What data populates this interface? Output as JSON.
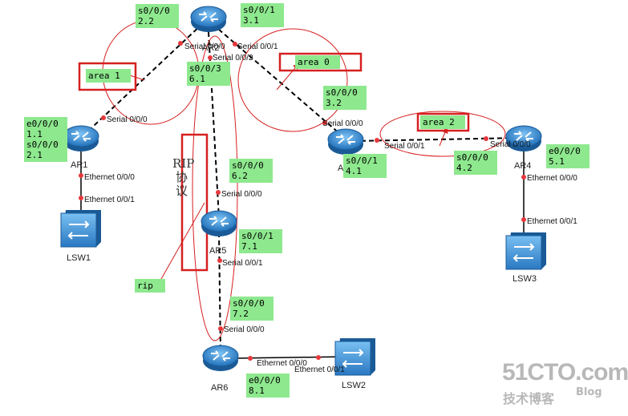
{
  "devices": {
    "ar1": "AR1",
    "ar2": "AR2",
    "ar3": "AR3",
    "ar4": "AR4",
    "ar5": "AR5",
    "ar6": "AR6",
    "lsw1": "LSW1",
    "lsw2": "LSW2",
    "lsw3": "LSW3"
  },
  "ports": {
    "ar2_s000": "Serial 0/0/0",
    "ar2_s002": "Serial 0/0/2",
    "ar2_s001": "Serial 0/0/1",
    "ar1_s000": "Serial 0/0/0",
    "ar1_e000": "Ethernet 0/0/0",
    "lsw1_e001": "Ethernet 0/0/1",
    "ar3_s000": "Serial 0/0/0",
    "ar3_s001": "Serial 0/0/1",
    "ar4_s000": "Serial 0/0/0",
    "ar4_e000": "Ethernet 0/0/0",
    "lsw3_e001": "Ethernet 0/0/1",
    "ar5_s000": "Serial 0/0/0",
    "ar5_s001": "Serial 0/0/1",
    "ar6_s000": "Serial 0/0/0",
    "ar6_e000": "Ethernet 0/0/0",
    "lsw2_e001": "Ethernet 0/0/1"
  },
  "tags": {
    "ar2_s000": "s0/0/0\n2.2",
    "ar2_s001": "s0/0/1\n3.1",
    "ar2_s003": "s0/0/3\n6.1",
    "ar1": "e0/0/0\n1.1\ns0/0/0\n2.1",
    "ar3_s000": "s0/0/0\n3.2",
    "ar3_s001": "s0/0/1\n4.1",
    "ar4_s000": "s0/0/0\n4.2",
    "ar4_e000": "e0/0/0\n5.1",
    "ar5_s000": "s0/0/0\n6.2",
    "ar5_s001": "s0/0/1\n7.1",
    "ar6_s000": "s0/0/0\n7.2",
    "ar6_e000": "e0/0/0\n8.1",
    "area1": "area 1",
    "area0": "area 0",
    "area2": "area 2",
    "rip": "rip"
  },
  "rip_label": {
    "line1": "RIP",
    "line2": "协",
    "line3": "议"
  },
  "watermark": {
    "brand": "51CTO.com",
    "sub": "技术博客",
    "blog": "Blog"
  },
  "colors": {
    "annotation": "#d62020",
    "tag_bg": "#8ee88e",
    "router": "#2c7fc8",
    "switch": "#2c7fc8"
  }
}
